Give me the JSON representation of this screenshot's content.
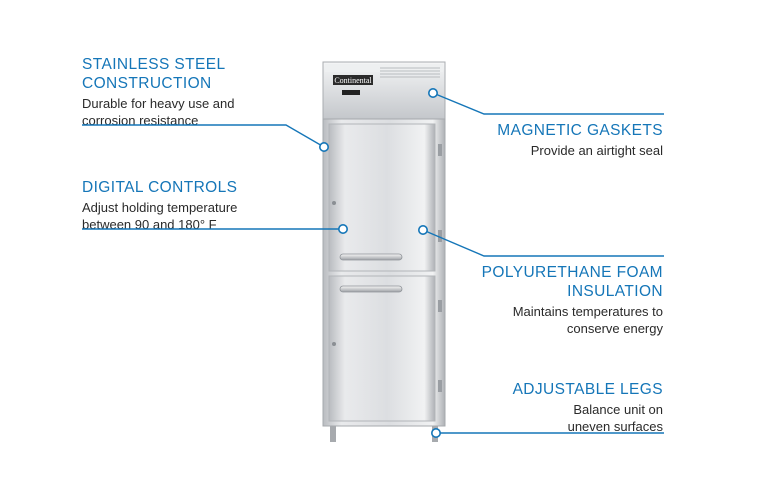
{
  "brand": "Continental",
  "colors": {
    "accent": "#1576b8",
    "text": "#2a2a2a",
    "steel": "#c9ccd0"
  },
  "features": [
    {
      "id": "stainless",
      "title": "STAINLESS STEEL\nCONSTRUCTION",
      "desc": "Durable for heavy use and\ncorrosion resistance"
    },
    {
      "id": "digital",
      "title": "DIGITAL CONTROLS",
      "desc": "Adjust holding temperature\nbetween 90 and 180° F"
    },
    {
      "id": "gaskets",
      "title": "MAGNETIC GASKETS",
      "desc": "Provide an airtight seal"
    },
    {
      "id": "foam",
      "title": "POLYURETHANE FOAM\nINSULATION",
      "desc": "Maintains temperatures to\nconserve energy"
    },
    {
      "id": "legs",
      "title": "ADJUSTABLE LEGS",
      "desc": "Balance unit on\nuneven surfaces"
    }
  ]
}
